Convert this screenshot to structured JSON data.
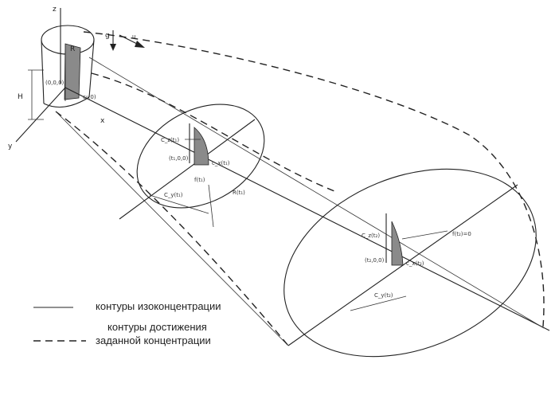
{
  "labels": {
    "z": "z",
    "y": "y",
    "x": "x",
    "g": "g",
    "u": "u",
    "h": "H",
    "r": "R",
    "origin": "(0,0,0)",
    "c0": "c₀(0)",
    "cz1": "C_z(t₁)",
    "cy1": "C_y(t₁)",
    "cx1": "c_x(t₁)",
    "origin_t1": "(t₁,0,0)",
    "f1": "f(t₁)",
    "r1": "R(t₁)",
    "cz2": "C_z(t₂)",
    "cy2": "C_y(t₂)",
    "cx2": "c_x(t₂)",
    "origin_t2": "(t₂,0,0)",
    "f2": "f(t₂)=0"
  },
  "legend": {
    "solid_label": "контуры изоконцентрации",
    "dashed_label_line1": "контуры достижения",
    "dashed_label_line2": "заданной концентрации"
  }
}
